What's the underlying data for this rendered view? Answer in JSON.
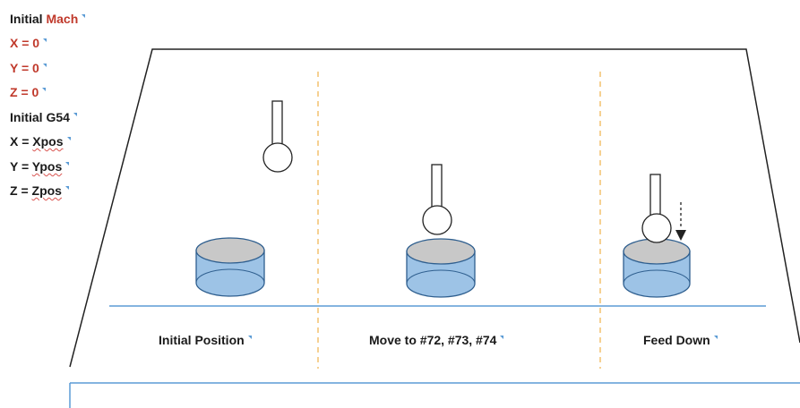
{
  "mach_block": {
    "title_prefix": "Initial ",
    "title_word": "Mach",
    "x": "X = 0",
    "y": "Y = 0",
    "z": "Z = 0"
  },
  "g54_block": {
    "title": "Initial G54",
    "x_prefix": "X = ",
    "x_value": "Xpos",
    "y_prefix": "Y = ",
    "y_value": "Ypos",
    "z_prefix": "Z = ",
    "z_value": "Zpos"
  },
  "stages": [
    {
      "caption": "Initial Position"
    },
    {
      "caption": "Move to #72, #73, #74"
    },
    {
      "caption": "Feed Down"
    }
  ],
  "colors": {
    "text": "#1a1a1a",
    "mach_red": "#c0392b",
    "baseline_blue": "#5b9bd5",
    "divider_orange": "#f0b24a",
    "workpiece_top": "#c8c8c8",
    "workpiece_body": "#9dc3e6",
    "workpiece_stroke": "#2f5f8f"
  },
  "icons": {
    "paragraph_mark": "corner-mark-icon",
    "feed_arrow": "down-arrow-icon"
  }
}
